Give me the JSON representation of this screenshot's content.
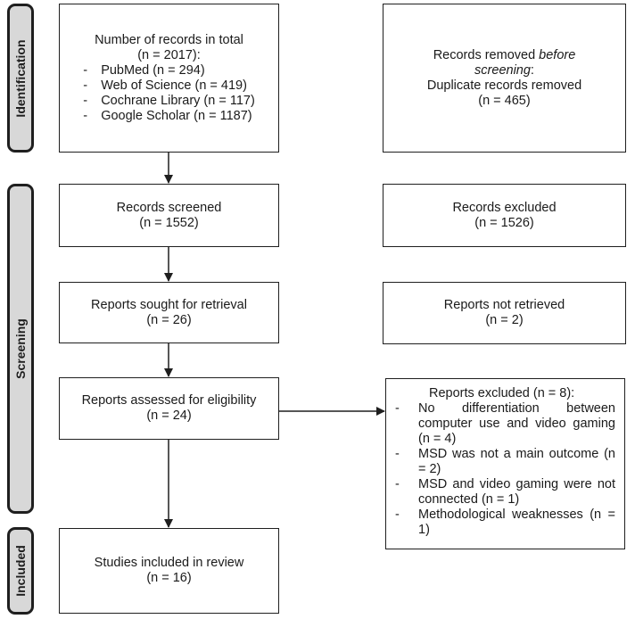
{
  "phases": {
    "identification": "Identification",
    "screening": "Screening",
    "included": "Included"
  },
  "identification": {
    "title_line1": "Number of records in total",
    "title_line2": "(n = 2017):",
    "sources": [
      "PubMed (n = 294)",
      "Web of Science (n = 419)",
      "Cochrane Library (n = 117)",
      "Google Scholar (n = 1187)"
    ]
  },
  "removed": {
    "line1_plain": "Records removed ",
    "line1_italic": "before",
    "line2_italic": "screening",
    "line2_plain": ":",
    "line3": "Duplicate records removed",
    "line4": "(n = 465)"
  },
  "screened": {
    "line1": "Records screened",
    "line2": "(n = 1552)"
  },
  "excluded_records": {
    "line1": "Records excluded",
    "line2": "(n = 1526)"
  },
  "sought": {
    "line1": "Reports sought for retrieval",
    "line2": "(n = 26)"
  },
  "not_retrieved": {
    "line1": "Reports not retrieved",
    "line2": "(n = 2)"
  },
  "assessed": {
    "line1": "Reports assessed for eligibility",
    "line2": "(n = 24)"
  },
  "reports_excluded": {
    "title": "Reports excluded (n = 8):",
    "reasons": [
      "No differentiation between computer use and video gaming (n = 4)",
      "MSD was not a main outcome (n = 2)",
      "MSD and video gaming were not connected (n = 1)",
      "Methodological weaknesses (n = 1)"
    ]
  },
  "included": {
    "line1": "Studies included in review",
    "line2": "(n = 16)"
  }
}
